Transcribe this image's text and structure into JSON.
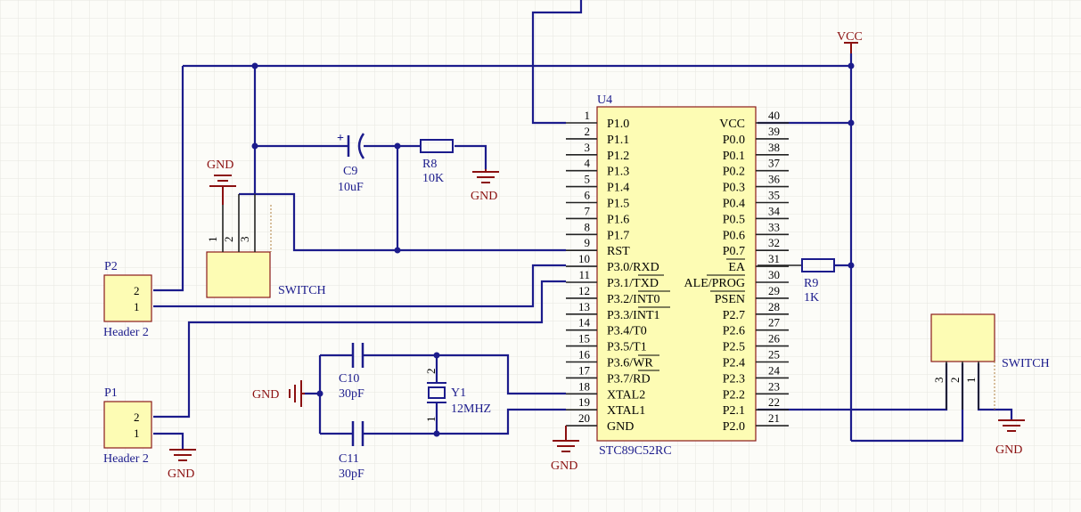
{
  "u4": {
    "designator": "U4",
    "part": "STC89C52RC",
    "left_pins": [
      {
        "num": "1",
        "name": "P1.0"
      },
      {
        "num": "2",
        "name": "P1.1"
      },
      {
        "num": "3",
        "name": "P1.2"
      },
      {
        "num": "4",
        "name": "P1.3"
      },
      {
        "num": "5",
        "name": "P1.4"
      },
      {
        "num": "6",
        "name": "P1.5"
      },
      {
        "num": "7",
        "name": "P1.6"
      },
      {
        "num": "8",
        "name": "P1.7"
      },
      {
        "num": "9",
        "name": "RST"
      },
      {
        "num": "10",
        "name": "P3.0/RXD"
      },
      {
        "num": "11",
        "name": "P3.1/TXD"
      },
      {
        "num": "12",
        "name": "P3.2/INT0"
      },
      {
        "num": "13",
        "name": "P3.3/INT1"
      },
      {
        "num": "14",
        "name": "P3.4/T0"
      },
      {
        "num": "15",
        "name": "P3.5/T1"
      },
      {
        "num": "16",
        "name": "P3.6/WR"
      },
      {
        "num": "17",
        "name": "P3.7/RD"
      },
      {
        "num": "18",
        "name": "XTAL2"
      },
      {
        "num": "19",
        "name": "XTAL1"
      },
      {
        "num": "20",
        "name": "GND"
      }
    ],
    "right_pins": [
      {
        "num": "40",
        "name": "VCC"
      },
      {
        "num": "39",
        "name": "P0.0"
      },
      {
        "num": "38",
        "name": "P0.1"
      },
      {
        "num": "37",
        "name": "P0.2"
      },
      {
        "num": "36",
        "name": "P0.3"
      },
      {
        "num": "35",
        "name": "P0.4"
      },
      {
        "num": "34",
        "name": "P0.5"
      },
      {
        "num": "33",
        "name": "P0.6"
      },
      {
        "num": "32",
        "name": "P0.7"
      },
      {
        "num": "31",
        "name": "EA"
      },
      {
        "num": "30",
        "name": "ALE/PROG"
      },
      {
        "num": "29",
        "name": "PSEN"
      },
      {
        "num": "28",
        "name": "P2.7"
      },
      {
        "num": "27",
        "name": "P2.6"
      },
      {
        "num": "26",
        "name": "P2.5"
      },
      {
        "num": "25",
        "name": "P2.4"
      },
      {
        "num": "24",
        "name": "P2.3"
      },
      {
        "num": "23",
        "name": "P2.2"
      },
      {
        "num": "22",
        "name": "P2.1"
      },
      {
        "num": "21",
        "name": "P2.0"
      }
    ]
  },
  "c9": {
    "designator": "C9",
    "value": "10uF",
    "polarity": "+"
  },
  "r8": {
    "designator": "R8",
    "value": "10K"
  },
  "r9": {
    "designator": "R9",
    "value": "1K"
  },
  "c10": {
    "designator": "C10",
    "value": "30pF"
  },
  "c11": {
    "designator": "C11",
    "value": "30pF"
  },
  "y1": {
    "designator": "Y1",
    "value": "12MHZ",
    "pins": [
      "2",
      "1"
    ]
  },
  "switch_left": {
    "label": "SWITCH",
    "pins": [
      "1",
      "2",
      "3"
    ]
  },
  "switch_right": {
    "label": "SWITCH",
    "pins": [
      "3",
      "2",
      "1"
    ]
  },
  "p2": {
    "designator": "P2",
    "label": "Header 2",
    "pins": [
      "2",
      "1"
    ]
  },
  "p1": {
    "designator": "P1",
    "label": "Header 2",
    "pins": [
      "2",
      "1"
    ]
  },
  "nets": {
    "vcc": "VCC",
    "gnd": "GND"
  },
  "colors": {
    "wire": "#1c1c8c",
    "component_outline": "#8b1a1a",
    "component_fill": "#fdfcb4",
    "power": "#8b1010",
    "grid": "#e6e6e0"
  }
}
